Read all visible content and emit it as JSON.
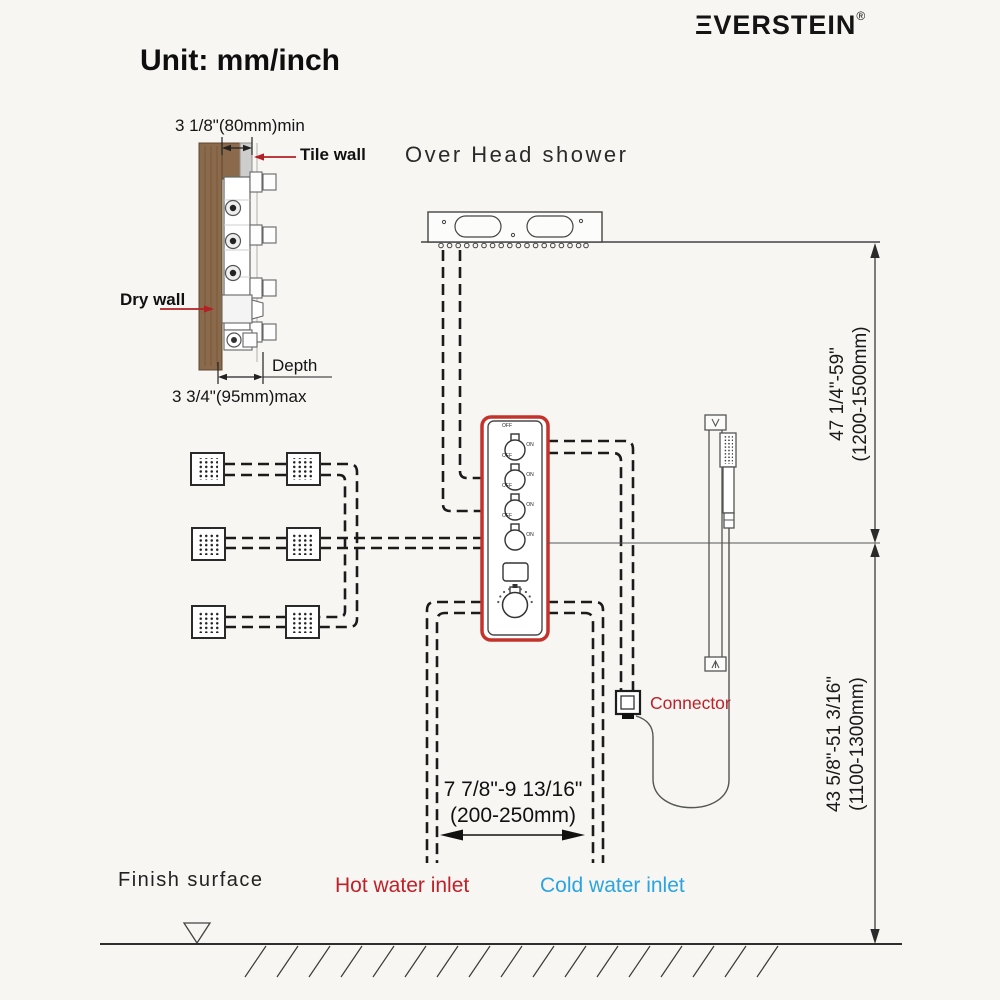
{
  "brand": {
    "display": "ΞVERSTEIN",
    "reg": "®",
    "name": "EVERSTEIN"
  },
  "unit": {
    "label": "Unit: mm/inch"
  },
  "wall_section": {
    "top_dimension": "3 1/8\"(80mm)min",
    "tile_wall": "Tile wall",
    "dry_wall": "Dry wall",
    "depth": "Depth",
    "bottom_dimension": "3 3/4\"(95mm)max"
  },
  "overhead_shower": {
    "label": "Over Head shower"
  },
  "valve": {
    "off": "OFF",
    "on": "ON"
  },
  "hand_shower": {
    "connector": "Connector"
  },
  "dimensions": {
    "ceiling_to_valve": {
      "inches": "47 1/4\"-59\"",
      "mm": "(1200-1500mm)"
    },
    "valve_to_floor": {
      "inches": "43 5/8\"-51 3/16\"",
      "mm": "(1100-1300mm)"
    },
    "inlet_spacing": {
      "inches": "7 7/8\"-9 13/16\"",
      "mm": "(200-250mm)"
    }
  },
  "footer": {
    "finish_surface": "Finish surface",
    "hot_inlet": "Hot water inlet",
    "cold_inlet": "Cold water inlet"
  },
  "colors": {
    "accent_red": "#c4332b",
    "label_red": "#bf2128",
    "cold_blue": "#2ba4df",
    "wood_brown": "#8a6a4a",
    "pipe_black": "#1b1b1b"
  }
}
